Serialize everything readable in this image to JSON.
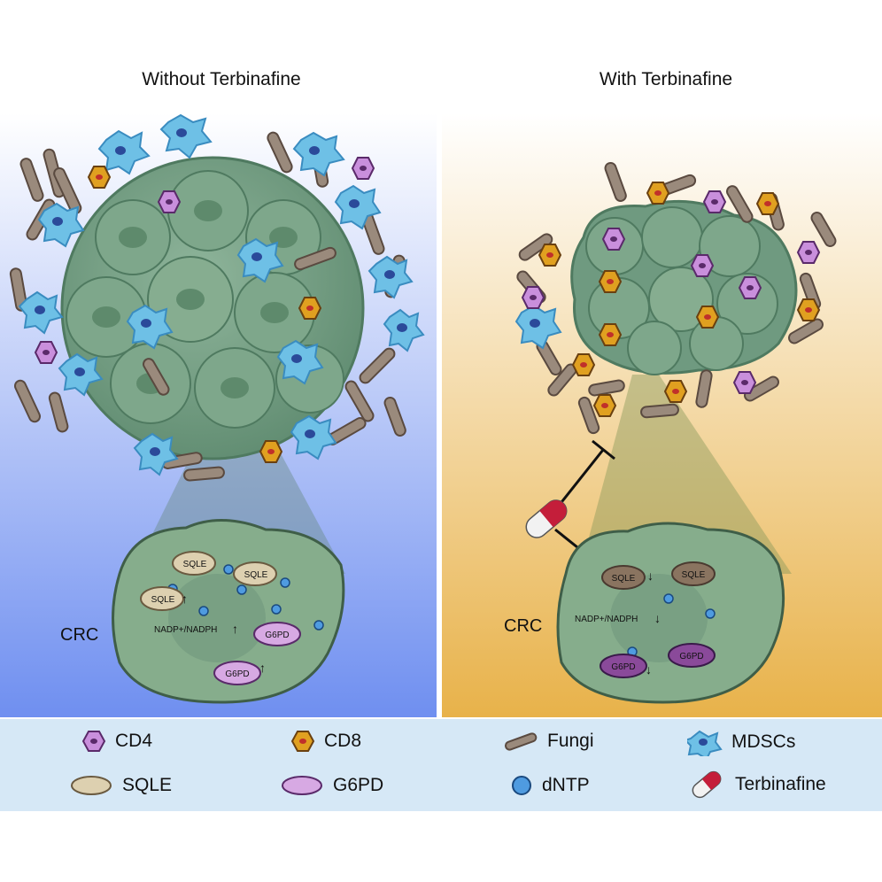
{
  "titles": {
    "left": "Without Terbinafine",
    "right": "With Terbinafine"
  },
  "left_cell": {
    "label": "CRC",
    "sqle": [
      "SQLE",
      "SQLE",
      "SQLE"
    ],
    "g6pd": [
      "G6PD",
      "G6PD"
    ],
    "ratio": "NADP+/NADPH",
    "arrow": "↑"
  },
  "right_cell": {
    "label": "CRC",
    "sqle": [
      "SQLE",
      "SQLE"
    ],
    "g6pd": [
      "G6PD",
      "G6PD"
    ],
    "ratio": "NADP+/NADPH",
    "arrow": "↓"
  },
  "legend": {
    "cd4": "CD4",
    "cd8": "CD8",
    "fungi": "Fungi",
    "mdscs": "MDSCs",
    "sqle": "SQLE",
    "g6pd": "G6PD",
    "dntp": "dNTP",
    "terbinafine": "Terbinafine"
  },
  "colors": {
    "left_bg_top": "#ffffff",
    "left_bg_bottom": "#6f8ff0",
    "right_bg_top": "#ffffff",
    "right_bg_bottom": "#e8b24a",
    "tumor": "#6f9a80",
    "cell_body": "#86ad8c",
    "cd4": "#c98fdc",
    "cd8": "#e0a020",
    "mdsc": "#6ec0e6",
    "fungi": "#9a8a7c",
    "dntp": "#4f9be0",
    "sqle": "#ddd0b0",
    "g6pd": "#d7a9e3",
    "pill_red": "#c41e3a",
    "legend_bg": "#d6e8f6"
  }
}
